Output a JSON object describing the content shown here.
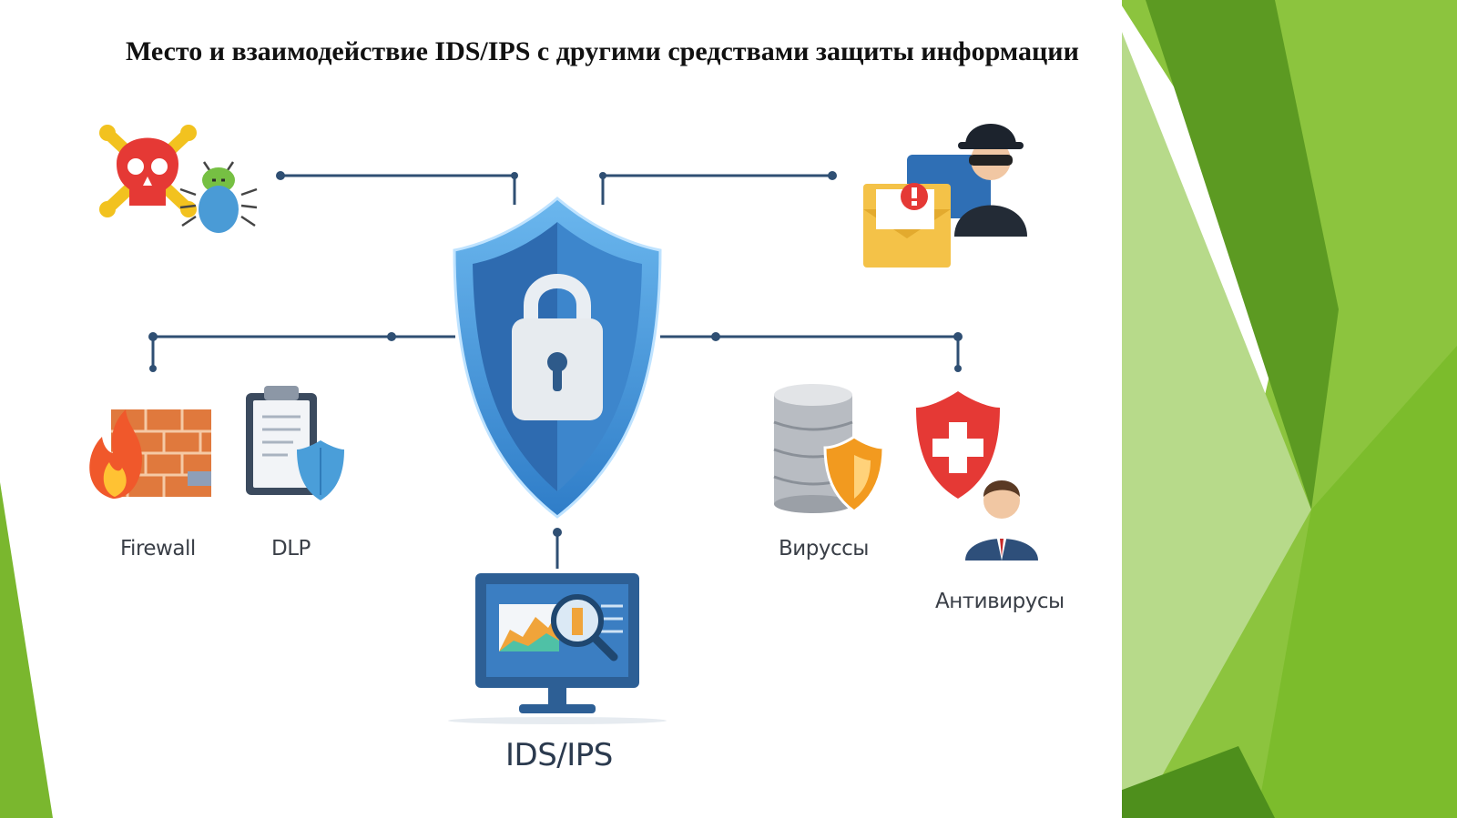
{
  "slide": {
    "title": "Место и взаимодействие IDS/IPS с другими средствами защиты информации"
  },
  "diagram": {
    "center_icon": "shield-lock-icon",
    "nodes": [
      {
        "id": "threats",
        "icon": "skull-bug-icon",
        "label": ""
      },
      {
        "id": "intruder",
        "icon": "hacker-mail-icon",
        "label": ""
      },
      {
        "id": "firewall",
        "icon": "firewall-icon",
        "label": "Firewall"
      },
      {
        "id": "dlp",
        "icon": "dlp-clipboard-icon",
        "label": "DLP"
      },
      {
        "id": "viruses",
        "icon": "database-shield-icon",
        "label": "Вирусcы"
      },
      {
        "id": "antivirus",
        "icon": "antivirus-shield-icon",
        "label": "Антивирусы"
      },
      {
        "id": "idsips",
        "icon": "monitor-magnifier-icon",
        "label": "IDS/IPS"
      }
    ]
  },
  "colors": {
    "accent_green": "#7dbb2f",
    "dark_green": "#4f8a1e",
    "shield_blue": "#2d6fb5",
    "line_blue": "#2f4f73"
  }
}
